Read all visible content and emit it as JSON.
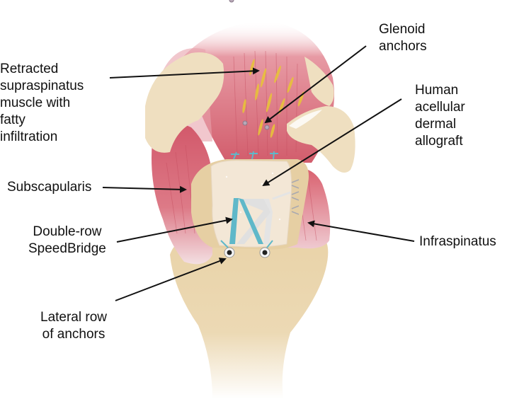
{
  "figure": {
    "subject": "Superior capsular reconstruction of the shoulder (rotator cuff repair with dermal allograft)",
    "colors": {
      "muscle": "#d9606e",
      "bone": "#ecd9b4",
      "graft": "#f3e7d6",
      "suture_tape_blue": "#5fb8c9",
      "suture_tape_white": "#e4e4e4",
      "fat": "#e8c23a",
      "arrow": "#111111"
    }
  },
  "labels": {
    "retracted_supraspinatus": {
      "lines": [
        "Retracted",
        "supraspinatus",
        "muscle with",
        "fatty",
        "infiltration"
      ]
    },
    "glenoid_anchors": {
      "lines": [
        "Glenoid",
        "anchors"
      ]
    },
    "dermal_allograft": {
      "lines": [
        "Human",
        "acellular",
        "dermal",
        "allograft"
      ]
    },
    "subscapularis": {
      "lines": [
        "Subscapularis"
      ]
    },
    "speedbridge": {
      "lines": [
        "Double-row",
        "SpeedBridge"
      ]
    },
    "infraspinatus": {
      "lines": [
        "Infraspinatus"
      ]
    },
    "lateral_anchors": {
      "lines": [
        "Lateral row",
        "of anchors"
      ]
    }
  }
}
